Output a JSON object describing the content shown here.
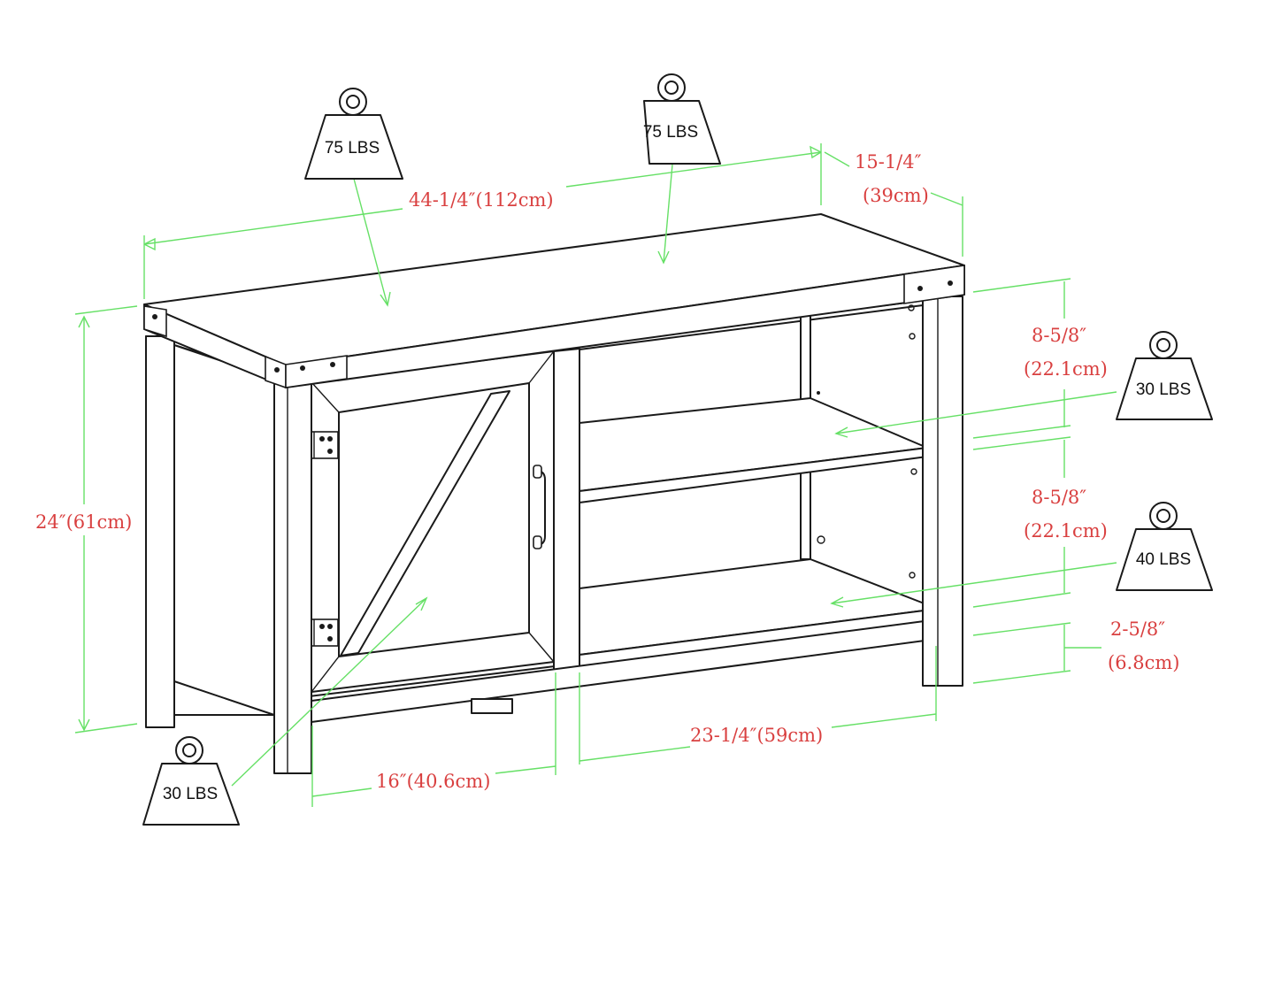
{
  "dimensions": {
    "width": "44-1/4″(112cm)",
    "depth_in": "15-1/4″",
    "depth_cm": "(39cm)",
    "height": "24″(61cm)",
    "shelf_gap_upper_in": "8-5/8″",
    "shelf_gap_upper_cm": "(22.1cm)",
    "shelf_gap_lower_in": "8-5/8″",
    "shelf_gap_lower_cm": "(22.1cm)",
    "floor_clearance_in": "2-5/8″",
    "floor_clearance_cm": "(6.8cm)",
    "door_width": "16″(40.6cm)",
    "open_width": "23-1/4″(59cm)"
  },
  "weights": {
    "top_left": "75 LBS",
    "top_right": "75 LBS",
    "upper_shelf": "30 LBS",
    "lower_shelf": "40 LBS",
    "cabinet": "30 LBS"
  },
  "colors": {
    "dimension_line": "#66e066",
    "dimension_text": "#d94040",
    "outline": "#1a1a1a"
  }
}
